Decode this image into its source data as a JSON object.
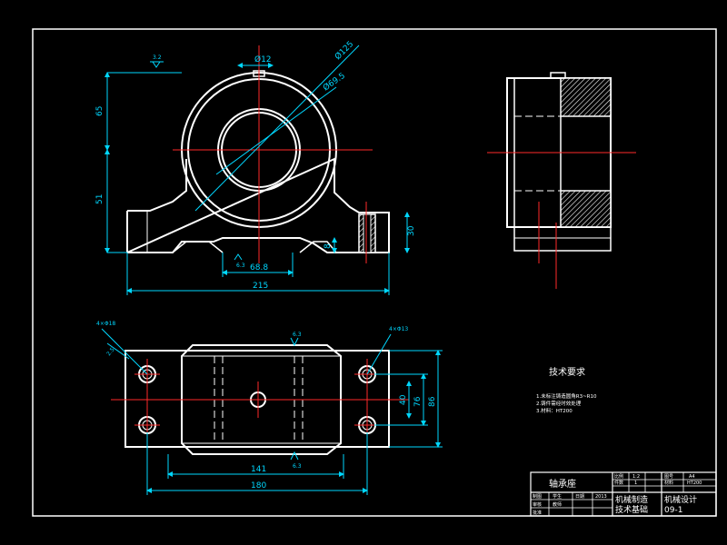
{
  "drawing": {
    "dimensions": {
      "d12": "Ø12",
      "d125": "Ø125",
      "d69": "Ø69.5",
      "h65": "65",
      "h51": "51",
      "h30": "30",
      "h8": "8",
      "w68": "68.8",
      "w215": "215",
      "w141": "141",
      "w180": "180",
      "h40": "40",
      "h76": "76",
      "h86": "86",
      "rough_top": "3.2",
      "rough_base": "6.3",
      "rough_plan_top": "6.3",
      "rough_plan_bottom": "6.3",
      "hole_left": "4×Φ18",
      "hole_right": "4×Φ13",
      "edge_left": "2.5"
    },
    "tech_req": {
      "title": "技术要求",
      "items": [
        "1.未标注铸造圆角R3~R10",
        "2.铸件需经时效处理",
        "3.材料：HT200"
      ]
    },
    "title_block": {
      "part_name": "轴承座",
      "scale_label": "比例",
      "scale_value": "1:2",
      "count_label": "件数",
      "count_value": "1",
      "sheet_label": "图号",
      "sheet_value": "A4",
      "material_label": "材料",
      "material_value": "HT200",
      "drawn_label": "制图",
      "drawn_value": "学生",
      "checked_label": "审核",
      "checked_value": "教师",
      "approved_label": "批准",
      "date_label": "日期",
      "date_value": "2013",
      "org_line1": "机械制造",
      "org_line2": "技术基础",
      "course_line1": "机械设计",
      "course_line2": "09-1"
    }
  }
}
